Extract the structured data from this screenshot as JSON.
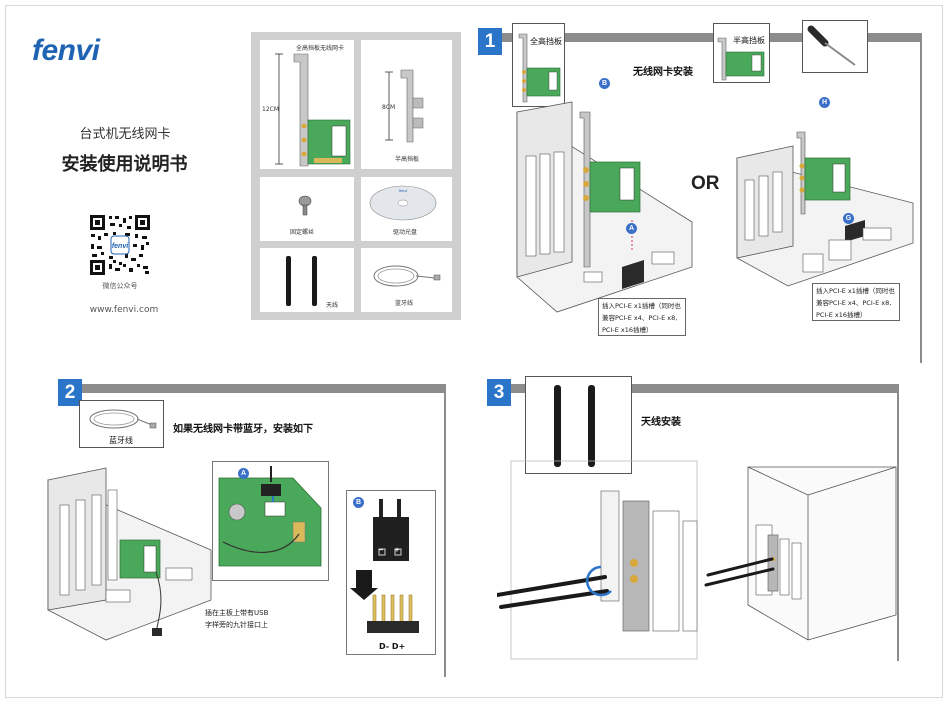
{
  "cover": {
    "brand": "fenvi",
    "title": "台式机无线网卡",
    "subtitle": "安装使用说明书",
    "qr_caption": "微信公众号",
    "website": "www.fenvi.com"
  },
  "package": {
    "full_bracket_label": "全高挡板无线网卡",
    "height_full": "12CM",
    "height_half": "8CM",
    "half_bracket_label": "半高挡板",
    "screw_label": "固定螺丝",
    "driver_disc_label": "驱动光盘",
    "antenna_label": "天线",
    "bt_cable_label": "蓝牙线"
  },
  "step1": {
    "number": "1",
    "full_bracket": "全高挡板",
    "half_bracket": "半高挡板",
    "title": "无线网卡安装",
    "or": "OR",
    "badge_b": "B",
    "badge_a": "A",
    "badge_h": "H",
    "badge_g": "G",
    "callout_left": [
      "插入PCI-E x1插槽（同时也",
      "兼容PCI-E x4、PCI-E x8,",
      "PCI-E x16插槽）"
    ],
    "callout_right": [
      "插入PCI-E x1插槽（同时也",
      "兼容PCI-E x4、PCI-E x8,",
      "PCI-E x16插槽）"
    ]
  },
  "step2": {
    "number": "2",
    "cable_label": "蓝牙线",
    "title": "如果无线网卡带蓝牙，安装如下",
    "badge_a": "A",
    "badge_b": "B",
    "callout": [
      "插在主板上带有USB",
      "字样旁的九针接口上"
    ],
    "pins_label": "D- D+",
    "minus": "−",
    "plus": "+"
  },
  "step3": {
    "number": "3",
    "title": "天线安装"
  },
  "colors": {
    "accent": "#2a75c9",
    "brand": "#1f63b3",
    "pcb": "#4aa85a",
    "bar": "#8c8c8c"
  }
}
